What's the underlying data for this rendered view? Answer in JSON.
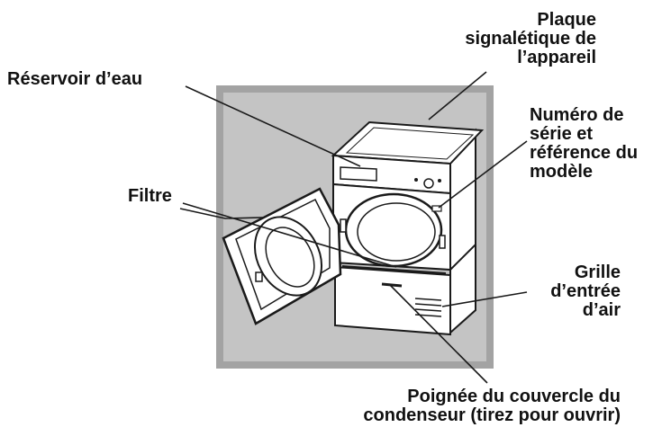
{
  "labels": {
    "plaque": [
      "Plaque",
      "signalétique de",
      "l’appareil"
    ],
    "reservoir": [
      "Réservoir d’eau"
    ],
    "numero": [
      "Numéro de",
      "série et",
      "référence du",
      "modèle"
    ],
    "filtre": [
      "Filtre"
    ],
    "grille": [
      "Grille",
      "d’entrée",
      "d’air"
    ],
    "poignee": [
      "Poignée du couvercle du",
      "condenseur (tirez pour ouvrir)"
    ]
  },
  "colors": {
    "backdrop": "#c4c4c4",
    "frame": "#a3a3a3",
    "outline": "#1a1a1a",
    "fill": "#ffffff"
  }
}
